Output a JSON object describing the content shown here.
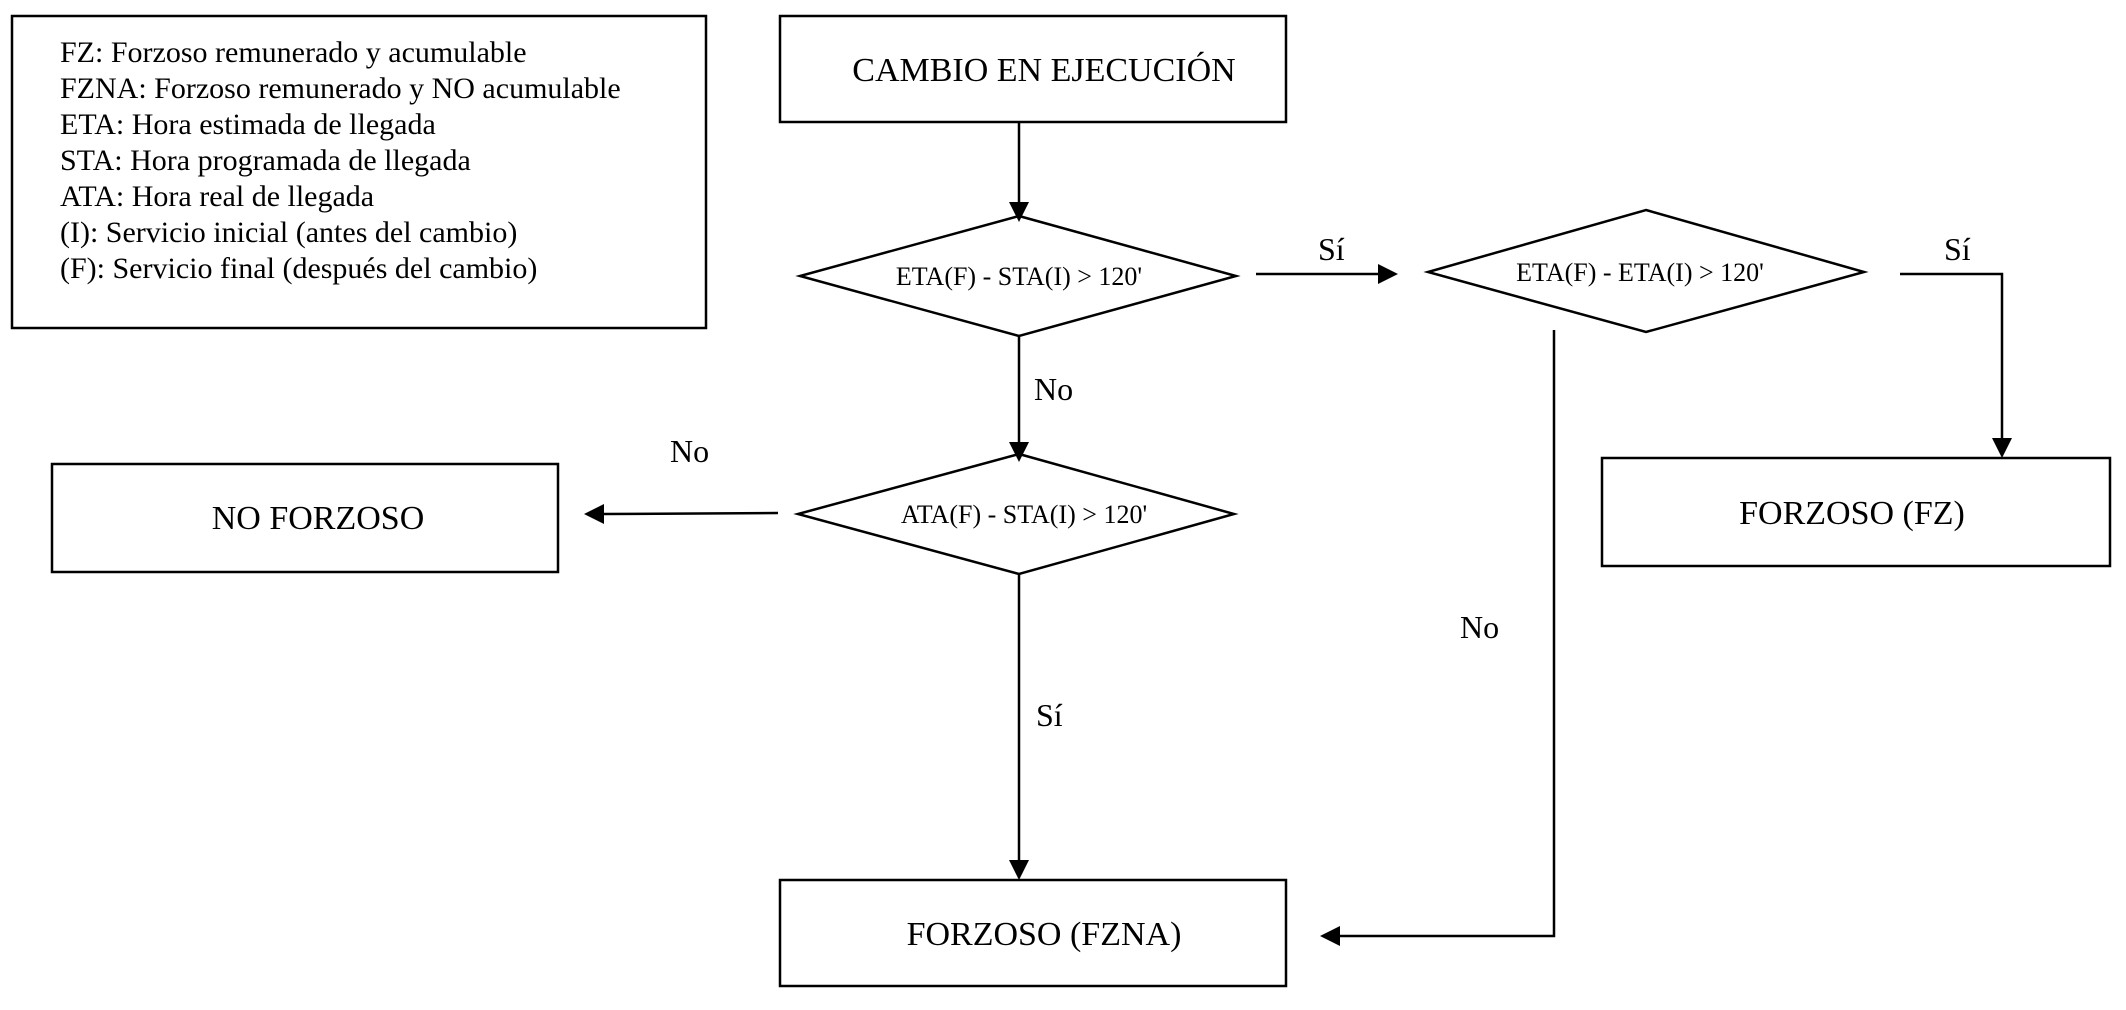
{
  "legend": {
    "lines": [
      "FZ: Forzoso remunerado y acumulable",
      "FZNA: Forzoso remunerado y NO acumulable",
      "ETA: Hora estimada de llegada",
      "STA: Hora programada de llegada",
      "ATA: Hora real de llegada",
      "(I): Servicio inicial (antes del cambio)",
      "(F): Servicio final (después del cambio)"
    ]
  },
  "nodes": {
    "start": "CAMBIO EN EJECUCIÓN",
    "decision_eta_sta": "ETA(F) - STA(I) > 120'",
    "decision_eta_eta": "ETA(F) - ETA(I) > 120'",
    "decision_ata_sta": "ATA(F) - STA(I) > 120'",
    "no_forzoso": "NO FORZOSO",
    "forzoso_fz": "FORZOSO (FZ)",
    "forzoso_fzna": "FORZOSO (FZNA)"
  },
  "edge_labels": {
    "eta_sta_yes": "Sí",
    "eta_sta_no": "No",
    "eta_eta_yes": "Sí",
    "eta_eta_no": "No",
    "ata_sta_no": "No",
    "ata_sta_yes": "Sí"
  }
}
